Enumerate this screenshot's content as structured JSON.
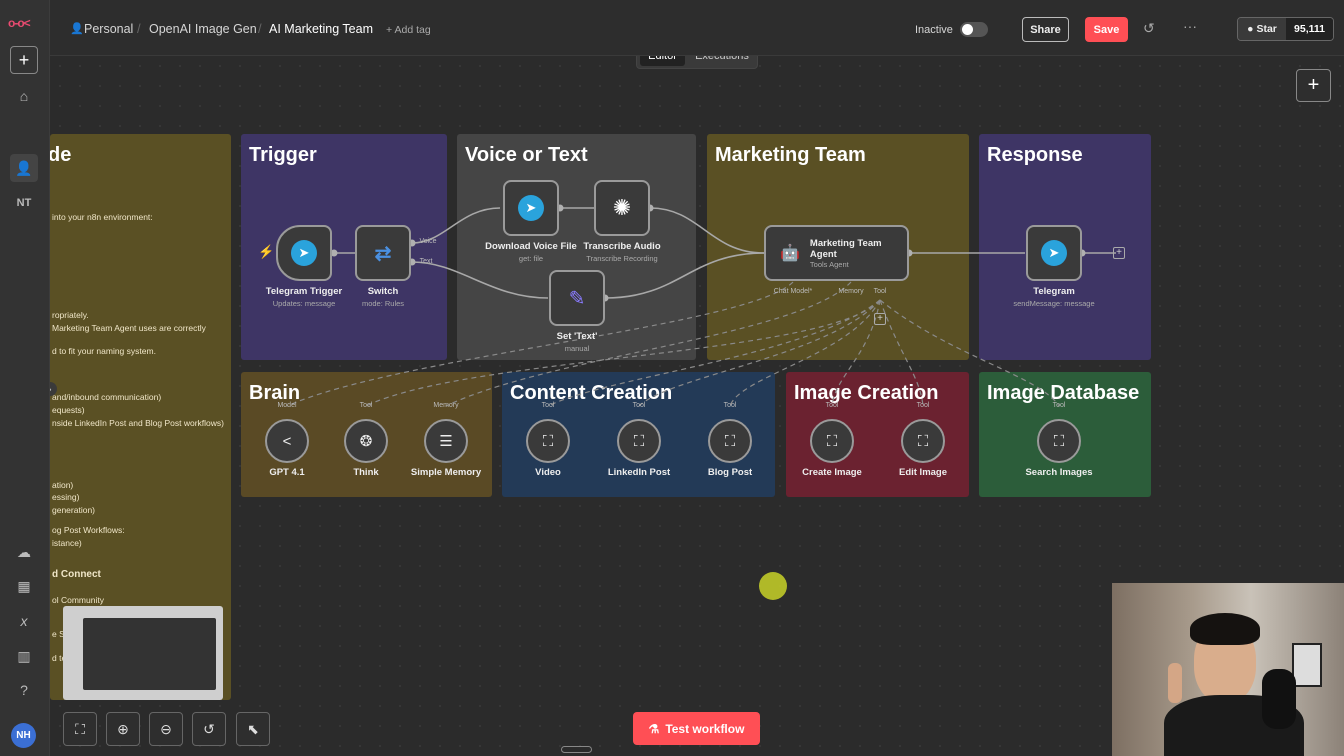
{
  "topbar": {
    "project": "Personal",
    "folder": "OpenAI Image Gen",
    "workflow": "AI Marketing Team",
    "add_tag": "+ Add tag",
    "status": "Inactive",
    "share": "Share",
    "save": "Save",
    "star": "Star",
    "star_count": "95,111"
  },
  "view_tabs": {
    "editor": "Editor",
    "executions": "Executions"
  },
  "sidebar": {
    "initials": "NT",
    "avatar": "NH"
  },
  "sections": {
    "guide": "de",
    "trigger": "Trigger",
    "voice_text": "Voice or Text",
    "marketing": "Marketing Team",
    "response": "Response",
    "brain": "Brain",
    "content": "Content Creation",
    "image": "Image Creation",
    "image_db": "Image Database"
  },
  "guide_notes": [
    "into your n8n environment:",
    "ropriately.",
    "Marketing Team Agent uses are correctly",
    "d to fit your naming system.",
    "and/inbound communication)",
    "equests)",
    "nside LinkedIn Post and Blog Post workflows)",
    "ation)",
    "essing)",
    "generation)",
    "og Post Workflows:",
    "istance)",
    "d Connect",
    "ol Community",
    "e Si",
    "d te"
  ],
  "nodes": {
    "telegram_trigger": {
      "label": "Telegram Trigger",
      "sub": "Updates: message"
    },
    "switch": {
      "label": "Switch",
      "sub": "mode: Rules",
      "out1": "Voice",
      "out2": "Text"
    },
    "download": {
      "label": "Download Voice File",
      "sub": "get: file"
    },
    "transcribe": {
      "label": "Transcribe Audio",
      "sub": "Transcribe Recording"
    },
    "set_text": {
      "label": "Set 'Text'",
      "sub": "manual"
    },
    "agent": {
      "label": "Marketing Team Agent",
      "sub": "Tools Agent",
      "p1": "Chat Model*",
      "p2": "Memory",
      "p3": "Tool"
    },
    "telegram": {
      "label": "Telegram",
      "sub": "sendMessage: message"
    }
  },
  "tools": {
    "gpt": {
      "label": "GPT 4.1",
      "port": "Model"
    },
    "think": {
      "label": "Think",
      "port": "Tool"
    },
    "memory": {
      "label": "Simple Memory",
      "port": "Memory"
    },
    "video": {
      "label": "Video",
      "port": "Tool"
    },
    "linkedin": {
      "label": "LinkedIn Post",
      "port": "Tool"
    },
    "blog": {
      "label": "Blog Post",
      "port": "Tool"
    },
    "create": {
      "label": "Create Image",
      "port": "Tool"
    },
    "edit": {
      "label": "Edit Image",
      "port": "Tool"
    },
    "search": {
      "label": "Search Images",
      "port": "Tool"
    }
  },
  "bottom": {
    "test_workflow": "Test workflow"
  },
  "colors": {
    "guide": "#5a5024",
    "trigger": "#3e3565",
    "voice": "#454545",
    "marketing": "#5a5024",
    "response": "#3e3565",
    "brain": "#5a4a25",
    "content": "#233a57",
    "image": "#6b2230",
    "image_db": "#2c5d3a",
    "save": "#ff4f55",
    "telegram": "#2aa3dc"
  }
}
